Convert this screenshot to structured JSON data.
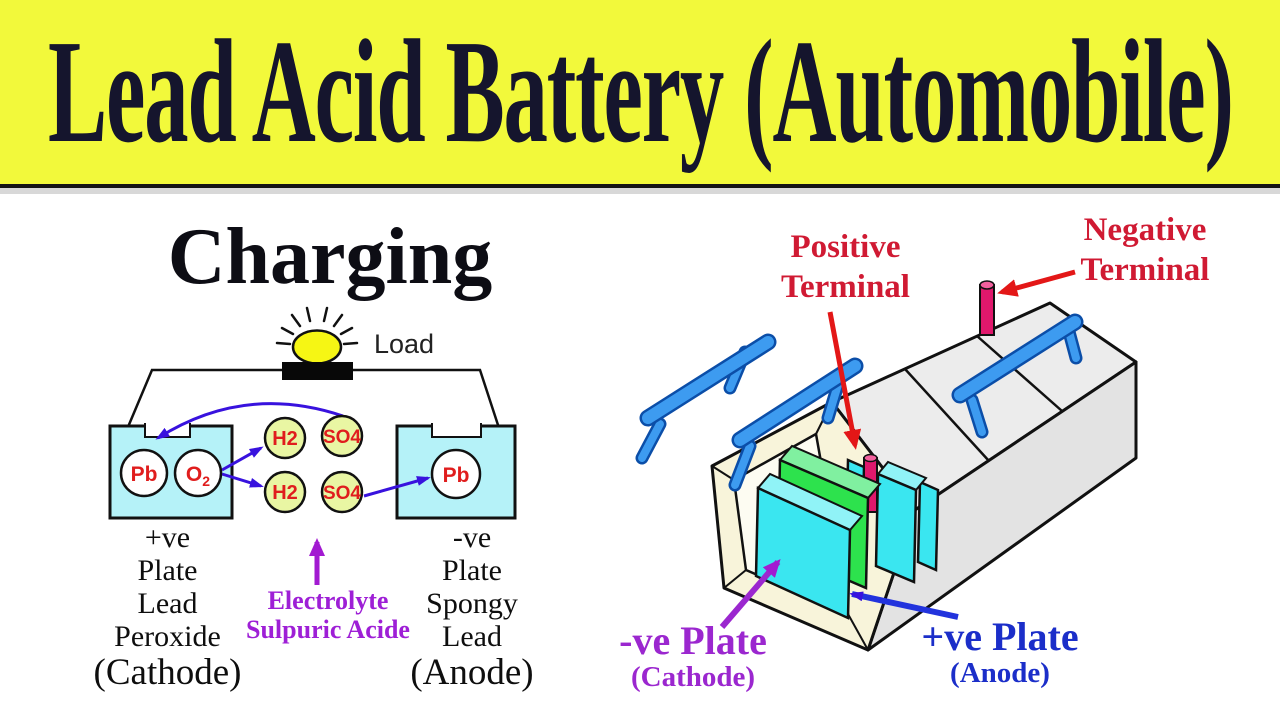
{
  "header": {
    "title": "Lead Acid Battery (Automobile)"
  },
  "charging": {
    "title": "Charging",
    "load_label": "Load",
    "left_container": {
      "species": [
        {
          "main": "Pb"
        },
        {
          "main": "O",
          "sub": "2"
        }
      ],
      "labels": [
        "+ve",
        "Plate",
        "Lead",
        "Peroxide",
        "(Cathode)"
      ]
    },
    "middle": {
      "molecules": [
        "H2",
        "SO4",
        "H2",
        "SO4"
      ],
      "electrolyte": [
        "Electrolyte",
        "Sulpuric Acide"
      ]
    },
    "right_container": {
      "species": [
        {
          "main": "Pb"
        }
      ],
      "labels": [
        "-ve",
        "Plate",
        "Spongy",
        "Lead",
        "(Anode)"
      ]
    }
  },
  "battery": {
    "positive_terminal": [
      "Positive",
      "Terminal"
    ],
    "negative_terminal": [
      "Negative",
      "Terminal"
    ],
    "negative_plate": {
      "title": "-ve Plate",
      "subtitle": "(Cathode)"
    },
    "positive_plate": {
      "title": "+ve Plate",
      "subtitle": "(Anode)"
    }
  },
  "colors": {
    "header_bg": "#f2f93b",
    "container_cyan": "#b5f2f8",
    "molecule_fill": "#e9f6a3",
    "species_text_red": "#e01d1d",
    "arrow_blue": "#3812de",
    "arrow_purple": "#a21ad1",
    "arrow_red": "#e31717",
    "terminal_label_red": "#d01a33",
    "battery_gray": "#ececec",
    "battery_cream": "#f8f4da",
    "plate_cyan": "#3ae6f0",
    "plate_green": "#2de24d",
    "connector_blue": "#3d9bf0",
    "terminal_pink": "#e0186c",
    "neg_plate_purple": "#9b27cf",
    "pos_plate_blue": "#1b2ec9"
  }
}
